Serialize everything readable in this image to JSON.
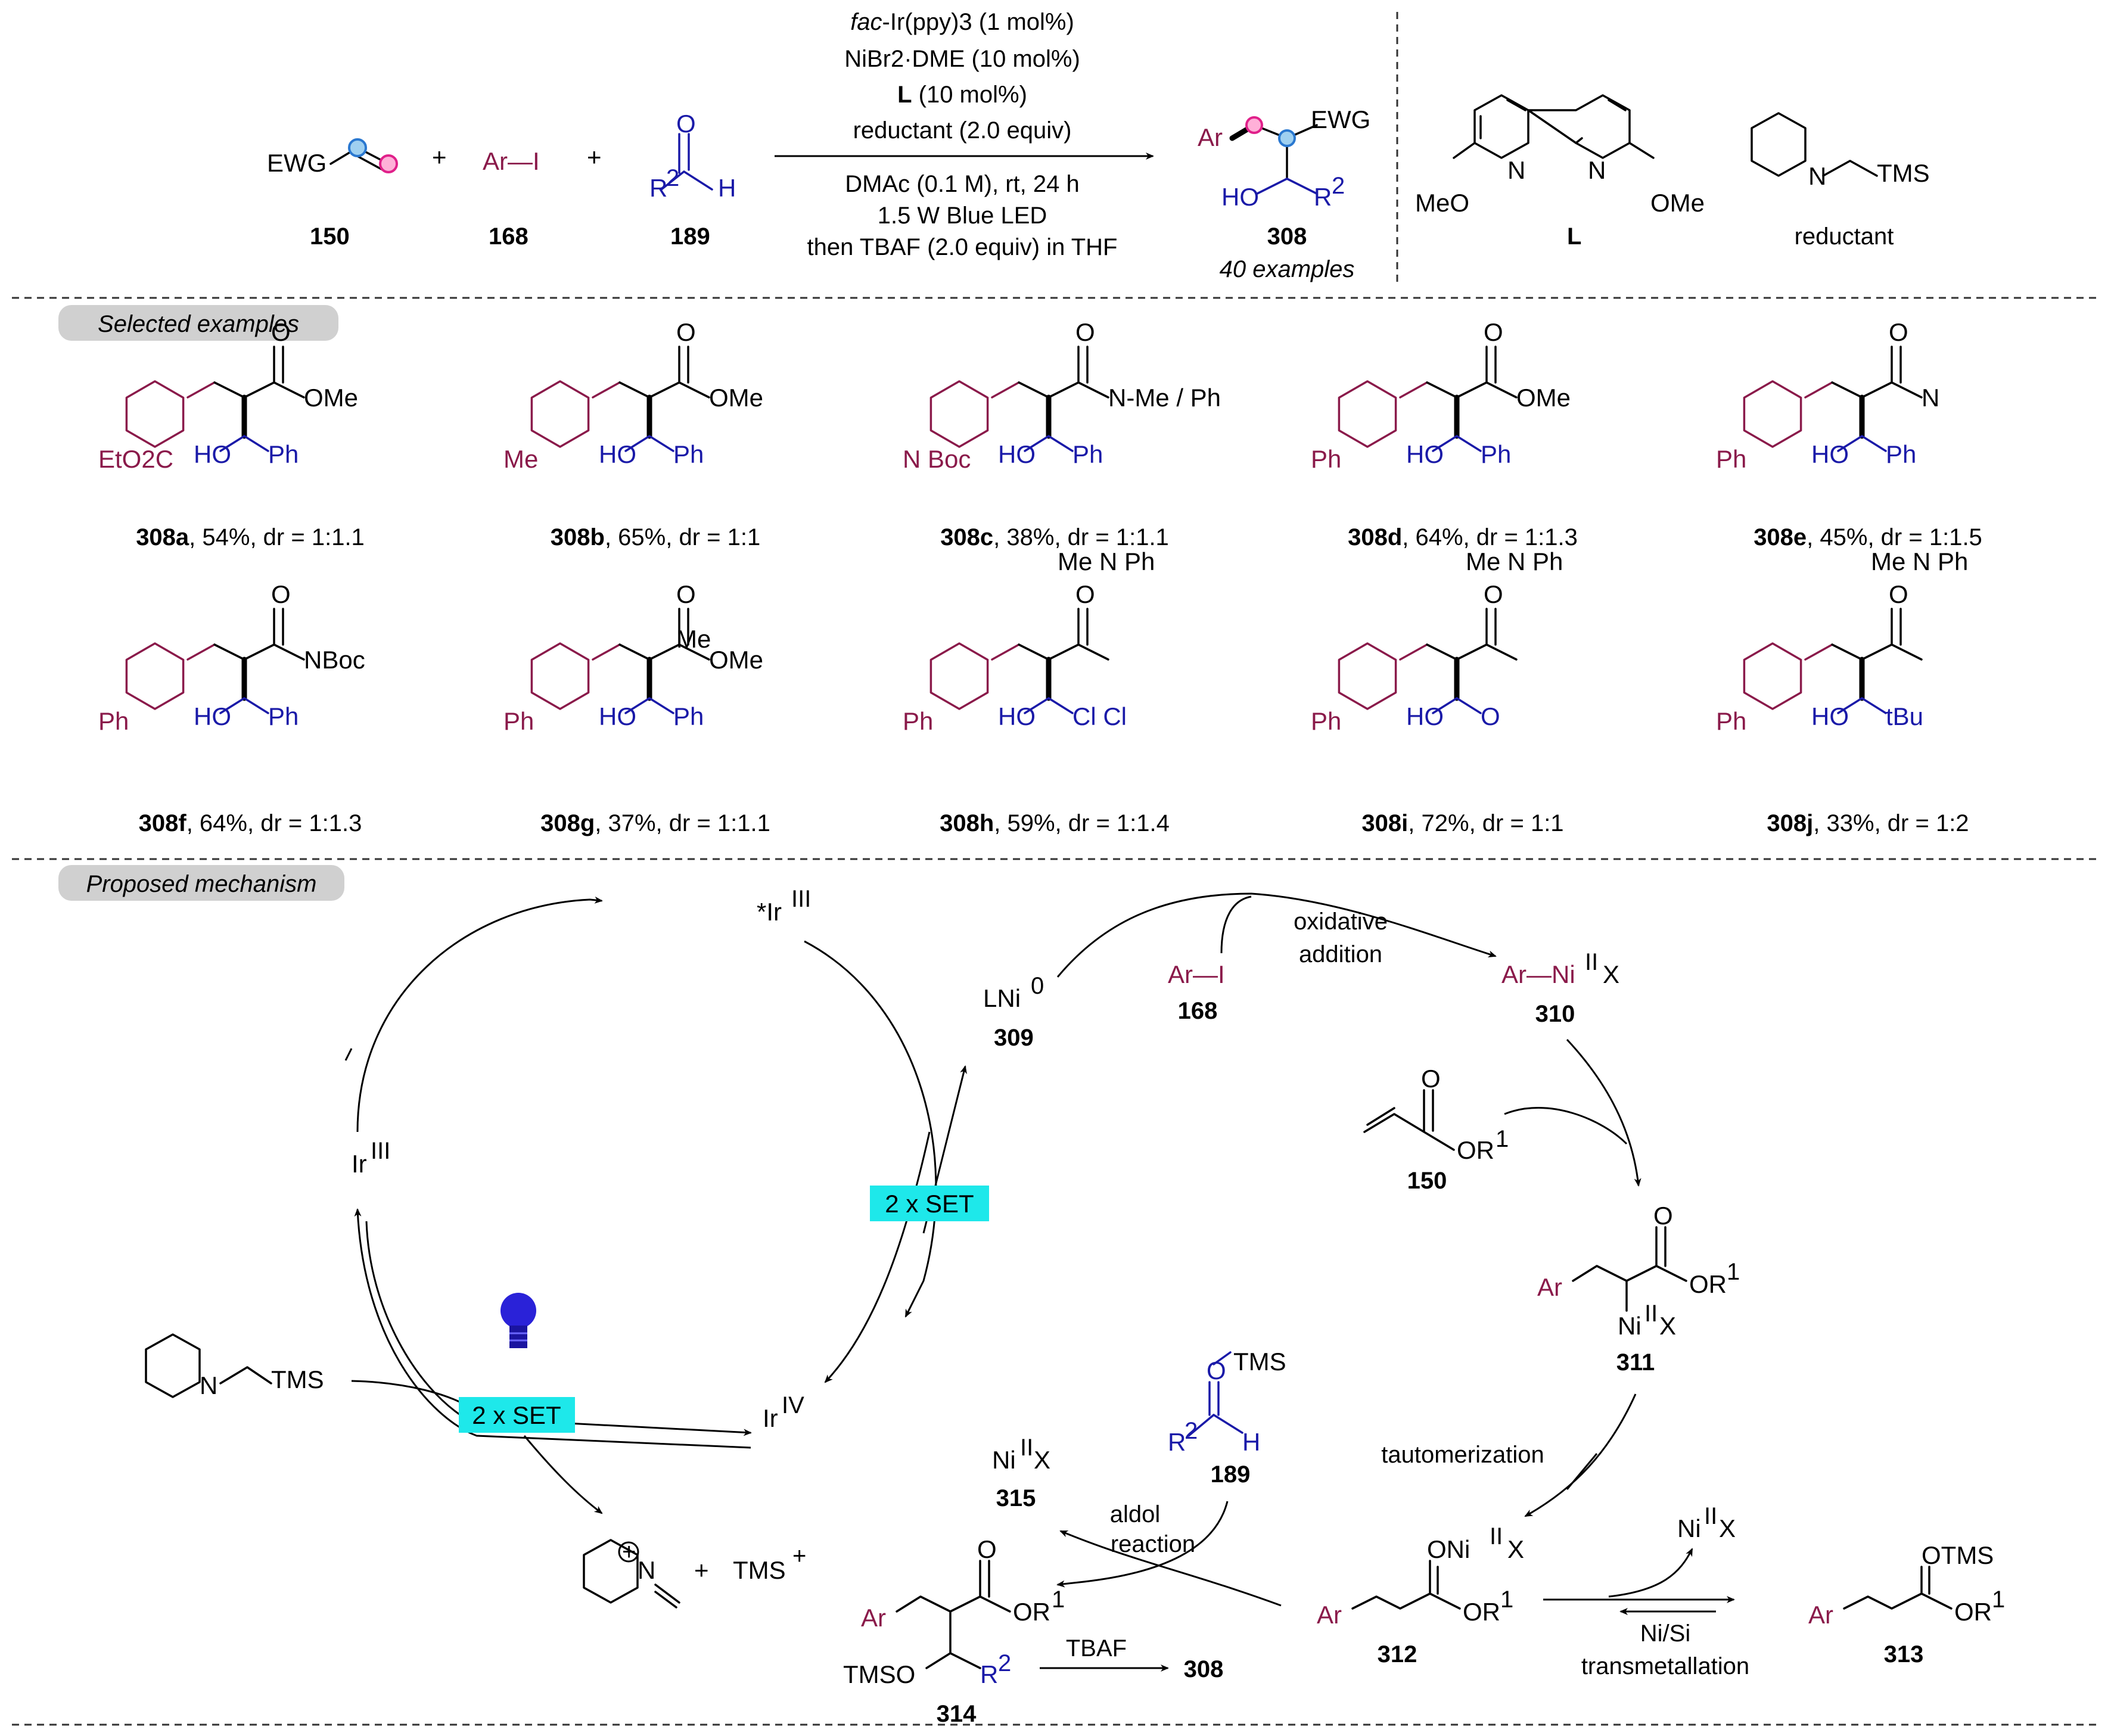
{
  "scheme": {
    "reactants": [
      {
        "label": "EWG",
        "id": "150"
      },
      {
        "label": "Ar—I",
        "id": "168"
      },
      {
        "label_r": "R",
        "label_h": "H",
        "label_o": "O",
        "id": "189"
      }
    ],
    "plus": "+",
    "conditions": [
      {
        "italic": "fac",
        "rest": "-Ir(ppy)3 (1 mol%)"
      },
      "NiBr2·DME (10 mol%)",
      {
        "bold": "L",
        "rest": " (10 mol%)"
      },
      "reductant (2.0 equiv)",
      "DMAc (0.1 M), rt, 24 h",
      "1.5 W Blue LED",
      "then TBAF (2.0 equiv) in THF"
    ],
    "product": {
      "ar": "Ar",
      "ewg": "EWG",
      "ho": "HO",
      "r2": "R",
      "id": "308",
      "examples": "40 examples"
    },
    "ligand": {
      "meo": "MeO",
      "n1": "N",
      "n2": "N",
      "ome": "OMe",
      "label": "L"
    },
    "reductant": {
      "n": "N",
      "tms": "TMS",
      "label": "reductant"
    }
  },
  "selected_examples_title": "Selected examples",
  "examples_row1": [
    {
      "id": "308a",
      "yield": ", 54%, dr = 1:1.1",
      "sub": "EtO2C",
      "ester": "OMe",
      "ho": "HO",
      "r": "Ph"
    },
    {
      "id": "308b",
      "yield": ", 65%, dr = 1:1",
      "sub": "Me",
      "ester": "OMe",
      "ho": "HO",
      "r": "Ph"
    },
    {
      "id": "308c",
      "yield": ", 38%, dr = 1:1.1",
      "sub": "N Boc",
      "ester": "N-Me / Ph",
      "ho": "HO",
      "r": "Ph"
    },
    {
      "id": "308d",
      "yield": ", 64%, dr = 1:1.3",
      "sub": "Ph",
      "ester": "OMe",
      "ho": "HO",
      "r": "Ph"
    },
    {
      "id": "308e",
      "yield": ", 45%, dr = 1:1.5",
      "sub": "Ph",
      "ester": "N",
      "ho": "HO",
      "r": "Ph"
    }
  ],
  "examples_row2": [
    {
      "id": "308f",
      "yield": ", 64%, dr = 1:1.3",
      "sub": "Ph",
      "ester": "NBoc",
      "ho": "HO",
      "r": "Ph"
    },
    {
      "id": "308g",
      "yield": ", 37%, dr = 1:1.1",
      "sub": "Ph",
      "ester": "OMe",
      "me": "Me",
      "ho": "HO",
      "r": "Ph"
    },
    {
      "id": "308h",
      "yield": ", 59%, dr = 1:1.4",
      "sub": "Ph",
      "amide": "Me N Ph",
      "ho": "HO",
      "r": "Cl Cl"
    },
    {
      "id": "308i",
      "yield": ", 72%, dr = 1:1",
      "sub": "Ph",
      "amide": "Me N Ph",
      "ho": "HO",
      "r": "O"
    },
    {
      "id": "308j",
      "yield": ", 33%, dr = 1:2",
      "sub": "Ph",
      "amide": "Me N Ph",
      "ho": "HO",
      "r": "tBu"
    }
  ],
  "mechanism_title": "Proposed mechanism",
  "mechanism": {
    "ir_excited": "*Ir",
    "ir3": "Ir",
    "ir4": "Ir",
    "sup3": "III",
    "sup4": "IV",
    "set1": "2 x SET",
    "set2": "2 x SET",
    "lni0": "LNi",
    "lni0_sup": "0",
    "id309": "309",
    "oxidative": "oxidative",
    "addition": "addition",
    "ari": "Ar—I",
    "id168": "168",
    "arni": "Ar—Ni",
    "nisup": "II",
    "x": "X",
    "id310": "310",
    "id150": "150",
    "or1": "OR",
    "sup1": "1",
    "id311": "311",
    "tautomerization": "tautomerization",
    "id312": "312",
    "onix": "ONi",
    "id313": "313",
    "otms": "OTMS",
    "nisi1": "Ni/Si",
    "nisi2": "transmetallation",
    "nix": "Ni",
    "id315": "315",
    "aldol1": "aldol",
    "aldol2": "reaction",
    "id189": "189",
    "tms": "TMS",
    "id314": "314",
    "tbaf": "TBAF",
    "id308": "308",
    "tmsplus": "TMS",
    "plus": "+",
    "tmso": "TMSO",
    "ar": "Ar",
    "r2": "R",
    "h": "H",
    "o": "O",
    "n": "N"
  },
  "colors": {
    "aryl": "#8a1a4a",
    "aldehyde": "#1a1aa8",
    "set_box": "#1ee8ea",
    "pill": "#d0d0d0",
    "bulb": "#2a22d8"
  }
}
